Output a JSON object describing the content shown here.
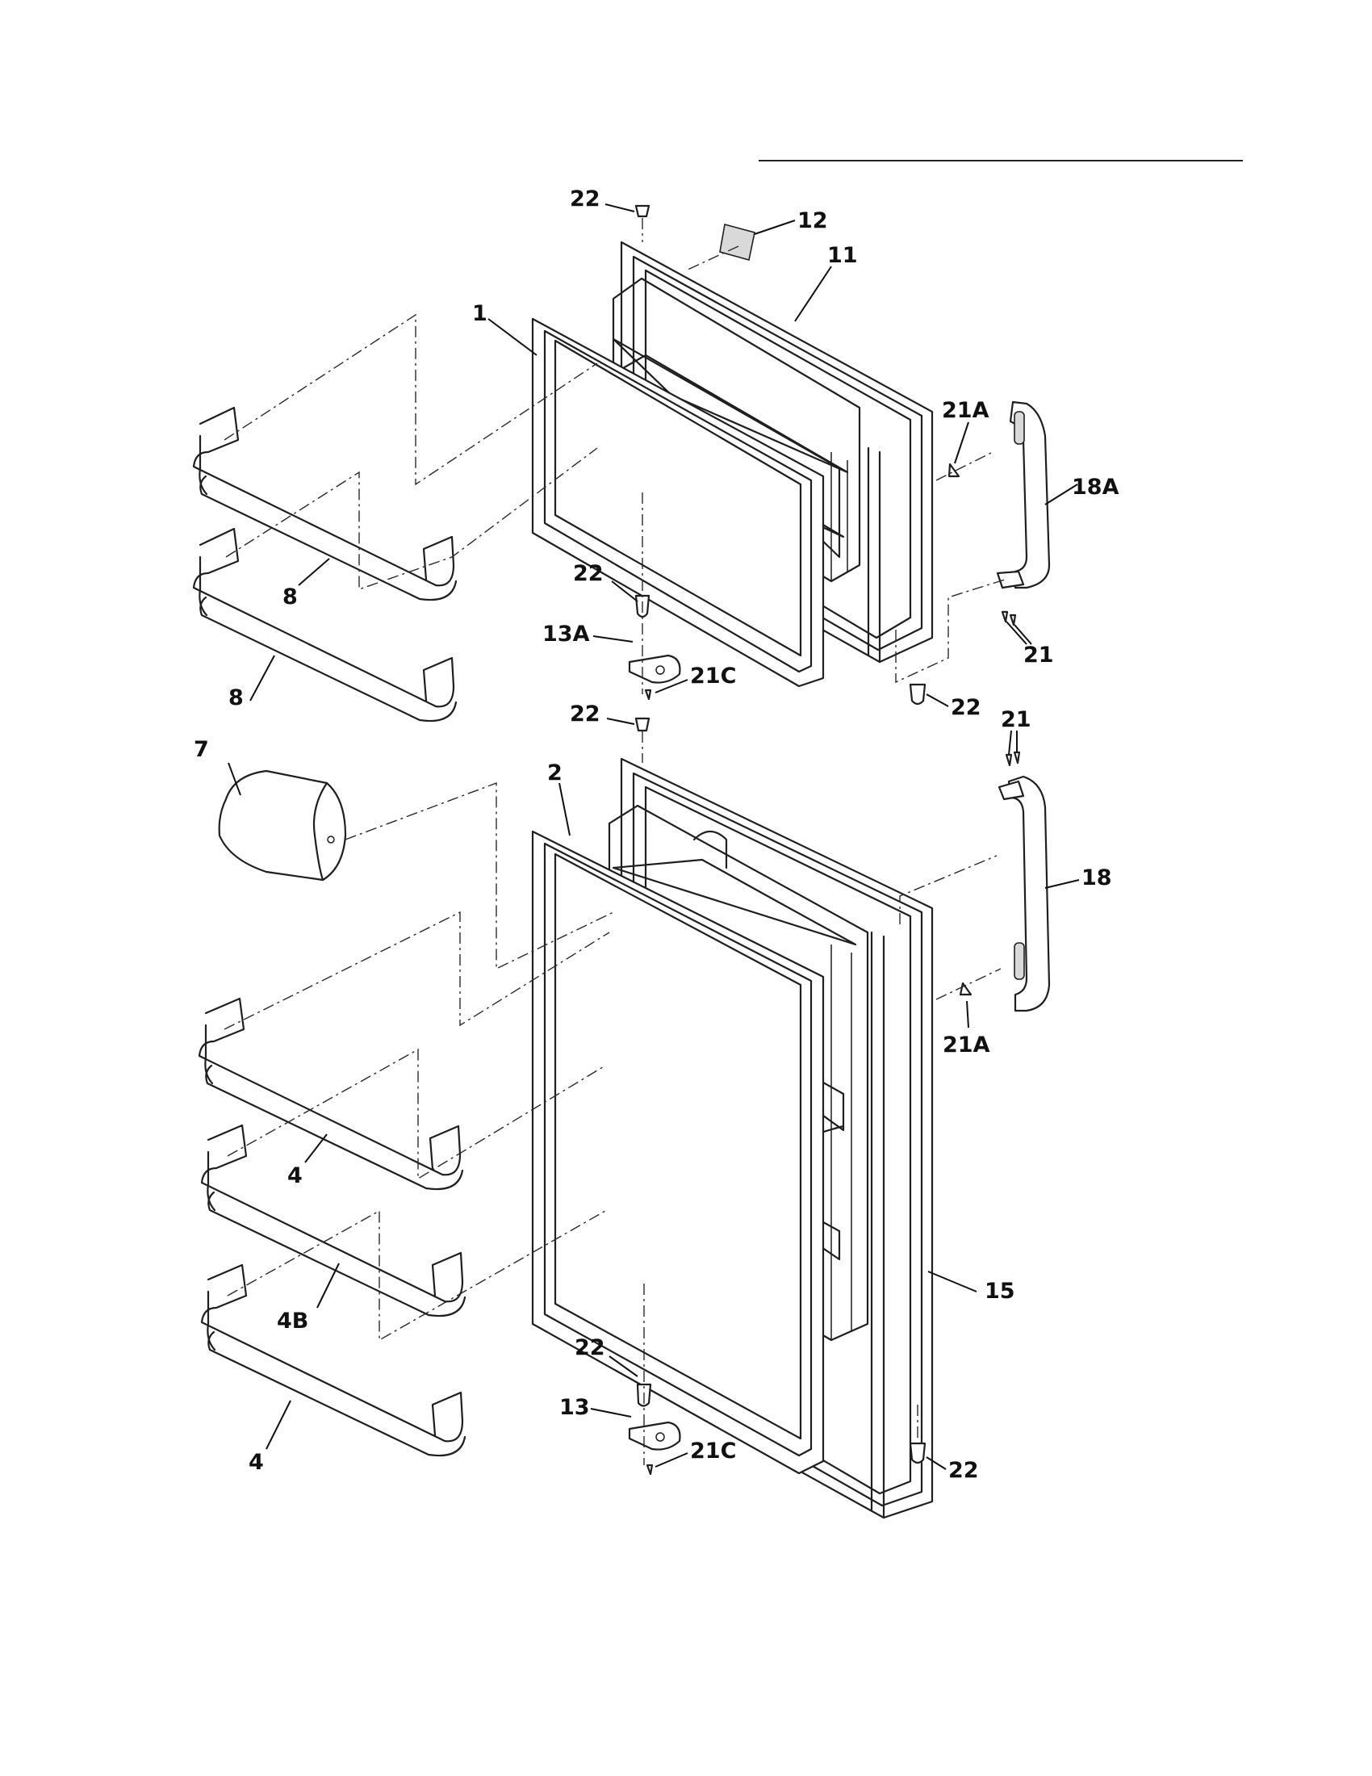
{
  "labels": {
    "l22_top": "22",
    "l12": "12",
    "l11": "11",
    "l1": "1",
    "l21a_top": "21A",
    "l18a": "18A",
    "l8_upper": "8",
    "l8_lower": "8",
    "l22_mid_left": "22",
    "l13a": "13A",
    "l21c_top": "21C",
    "l22_mid_right": "22",
    "l21_top": "21",
    "l22_fresh_top": "22",
    "l7": "7",
    "l2": "2",
    "l21_lower": "21",
    "l18": "18",
    "l21a_lower": "21A",
    "l4_upper": "4",
    "l4b": "4B",
    "l15": "15",
    "l22_bottom_left": "22",
    "l13": "13",
    "l21c_bottom": "21C",
    "l4_lower": "4",
    "l22_bottom_right": "22"
  },
  "colors": {
    "line": "#1f1f1f",
    "background": "#ffffff",
    "shade": "#d9d9d9"
  }
}
